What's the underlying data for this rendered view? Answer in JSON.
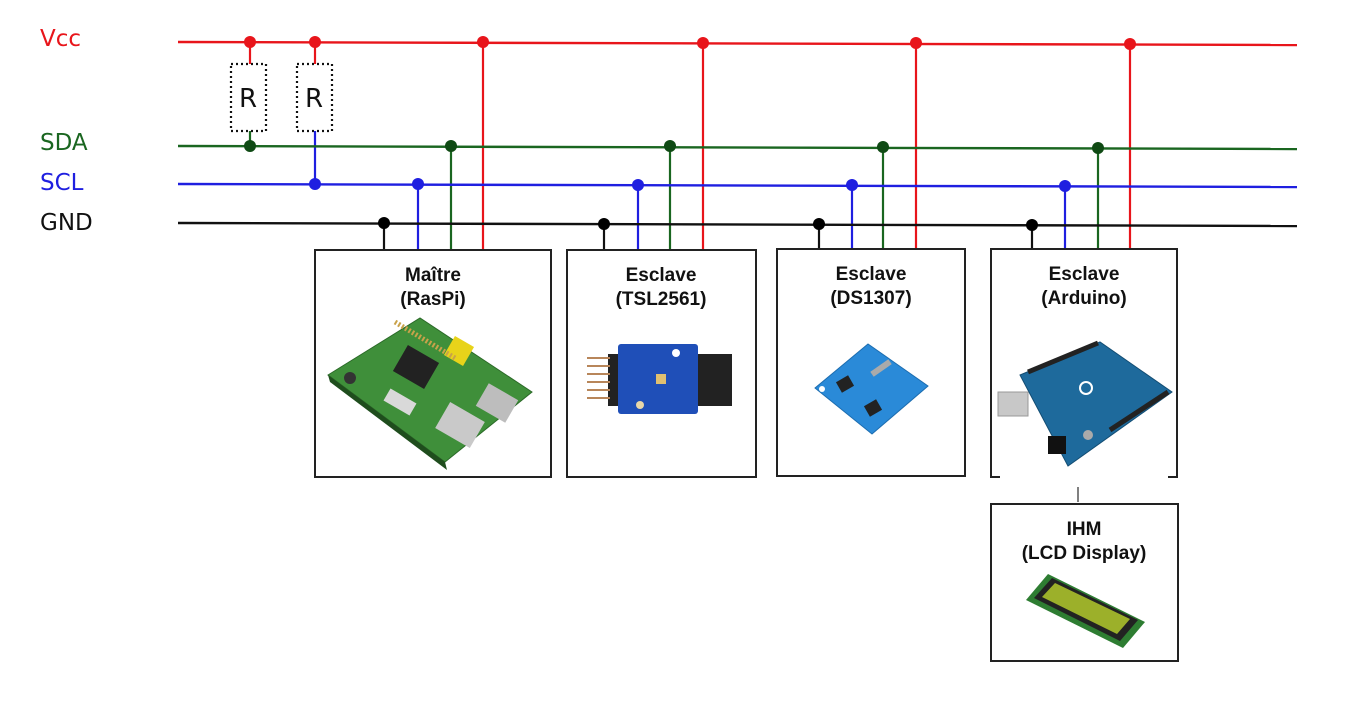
{
  "buses": {
    "vcc": {
      "label": "Vcc",
      "color": "#e8151b"
    },
    "sda": {
      "label": "SDA",
      "color": "#1a6620"
    },
    "scl": {
      "label": "SCL",
      "color": "#1f1fe0"
    },
    "gnd": {
      "label": "GND",
      "color": "#111111"
    }
  },
  "resistors": [
    {
      "label": "R"
    },
    {
      "label": "R"
    }
  ],
  "devices": [
    {
      "role": "Maître",
      "name": "(RasPi)",
      "image": "raspberry-pi-board"
    },
    {
      "role": "Esclave",
      "name": "(TSL2561)",
      "image": "tsl2561-lux-sensor"
    },
    {
      "role": "Esclave",
      "name": "(DS1307)",
      "image": "ds1307-rtc-module"
    },
    {
      "role": "Esclave",
      "name": "(Arduino)",
      "image": "arduino-uno-board"
    }
  ],
  "hmi": {
    "role": "IHM",
    "name": "(LCD Display)",
    "image": "lcd-16x2-module"
  }
}
